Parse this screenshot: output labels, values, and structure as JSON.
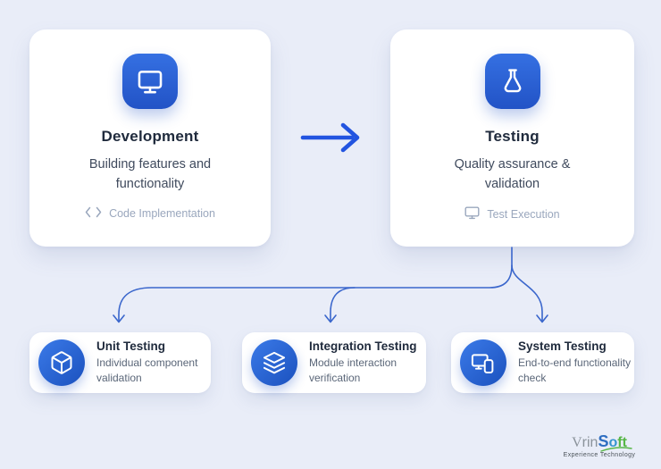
{
  "canvas": {
    "background_color": "#e9edf8",
    "accent_color": "#2254e0",
    "connector_color": "#3a66cc",
    "icon_gradient": [
      "#3570e2",
      "#2253c6"
    ]
  },
  "nodes": {
    "development": {
      "title": "Development",
      "subtitle": "Building features and functionality",
      "footer_label": "Code Implementation",
      "icon": "monitor-icon"
    },
    "testing": {
      "title": "Testing",
      "subtitle": "Quality assurance & validation",
      "footer_label": "Test Execution",
      "icon": "flask-icon"
    }
  },
  "sub_nodes": [
    {
      "title": "Unit Testing",
      "description": "Individual component validation",
      "icon": "cube-icon"
    },
    {
      "title": "Integration Testing",
      "description": "Module interaction verification",
      "icon": "layers-icon"
    },
    {
      "title": "System Testing",
      "description": "End-to-end functionality check",
      "icon": "devices-icon"
    }
  ],
  "logo": {
    "brand_v": "V",
    "brand_rin": "rin",
    "brand_s": "S",
    "brand_o": "o",
    "brand_ft": "ft",
    "tagline": "Experience Technology"
  }
}
